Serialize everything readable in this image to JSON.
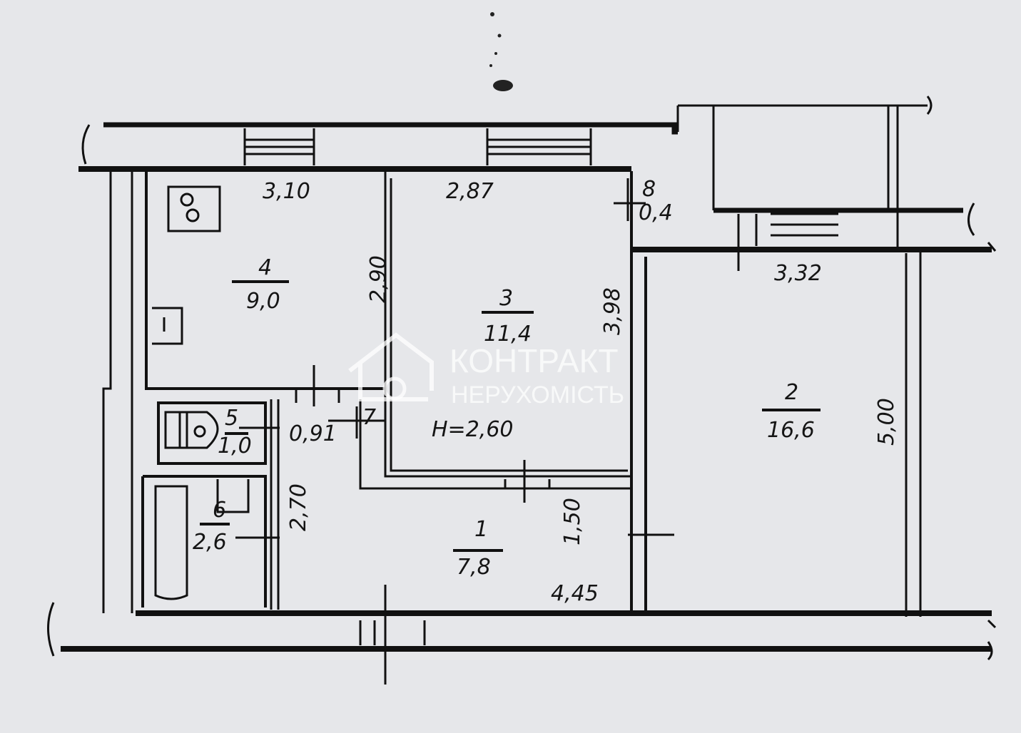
{
  "plan": {
    "ceiling_height": "H=2,60",
    "rooms": [
      {
        "number": "1",
        "area": "7,8"
      },
      {
        "number": "2",
        "area": "16,6"
      },
      {
        "number": "3",
        "area": "11,4"
      },
      {
        "number": "4",
        "area": "9,0"
      },
      {
        "number": "5",
        "area": "1,0"
      },
      {
        "number": "6",
        "area": "2,6"
      },
      {
        "number": "7",
        "area": ""
      },
      {
        "number": "8",
        "area": "0,4"
      }
    ],
    "dimensions": {
      "kitchen_width": "3,10",
      "room3_width": "2,87",
      "kitchen_depth": "2,90",
      "room3_depth": "3,98",
      "room2_width": "3,32",
      "room2_depth": "5,00",
      "corridor_width": "0,91",
      "bath_depth": "2,70",
      "hall_depth": "1,50",
      "hall_length": "4,45"
    }
  },
  "watermark": {
    "line1": "КОНТРАКТ",
    "line2": "НЕРУХОМІСТЬ"
  }
}
